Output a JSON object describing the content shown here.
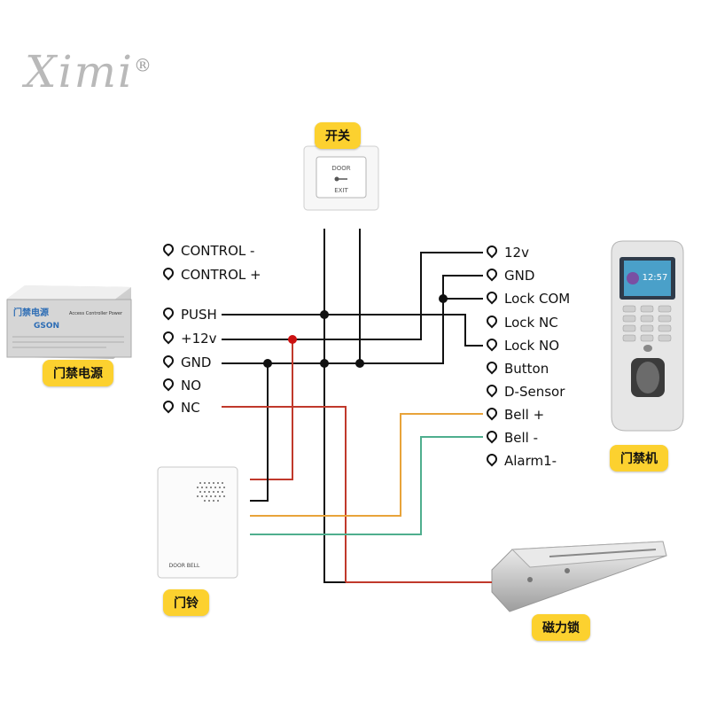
{
  "logo": {
    "text": "Ximi",
    "mark": "®"
  },
  "devices": {
    "exit_switch": {
      "label": "开关",
      "face_top": "DOOR",
      "face_bottom": "EXIT"
    },
    "power_supply": {
      "label": "门禁电源",
      "brand": "GSON",
      "panel_title": "Access Controller Power",
      "brand_cn": "门禁电源"
    },
    "door_bell": {
      "label": "门铃",
      "face_text": "DOOR BELL"
    },
    "access_controller": {
      "label": "门禁机",
      "screen_time": "12:57"
    },
    "mag_lock": {
      "label": "磁力锁"
    }
  },
  "power_terminals": [
    "CONTROL -",
    "CONTROL +",
    "PUSH",
    "+12v",
    "GND",
    "NO",
    "NC"
  ],
  "controller_terminals": [
    "12v",
    "GND",
    "Lock COM",
    "Lock NC",
    "Lock NO",
    "Button",
    "D-Sensor",
    "Bell +",
    "Bell -",
    "Alarm1-"
  ],
  "wire_colors": {
    "black": "#111111",
    "red": "#c0392b",
    "orange": "#e8a33a",
    "green": "#4fae8e",
    "junction_red": "#cc1111"
  }
}
